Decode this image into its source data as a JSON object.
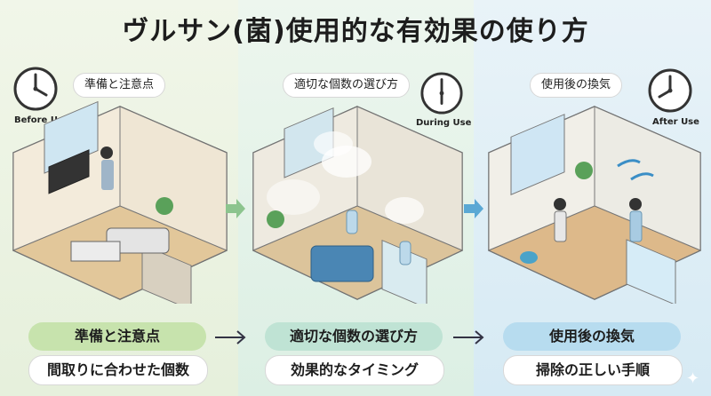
{
  "title": "ヴルサン(菌)使用的な有効果の使り方",
  "colors": {
    "green": "#c7e3ad",
    "teal": "#bfe3d4",
    "blue": "#b7dcef"
  },
  "stages": [
    {
      "top_tag": "準備と注意点",
      "clock_label": "Before Use",
      "heading": "準備と注意点",
      "subheading": "間取りに合わせた個数"
    },
    {
      "top_tag": "適切な個数の選び方",
      "clock_label": "During Use",
      "heading": "適切な個数の選び方",
      "subheading": "効果的なタイミング"
    },
    {
      "top_tag": "使用後の換気",
      "clock_label": "After Use",
      "heading": "使用後の換気",
      "subheading": "掃除の正しい手順"
    }
  ],
  "icons": [
    "clock-icon",
    "arrow-right-icon",
    "sparkle-icon"
  ]
}
